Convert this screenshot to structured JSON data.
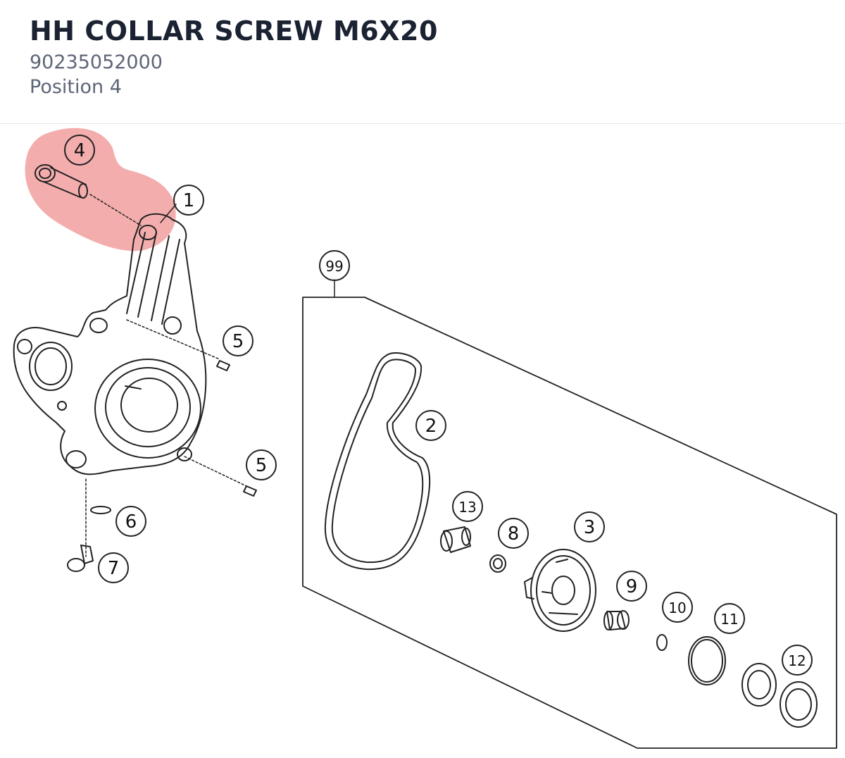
{
  "part": {
    "title": "HH COLLAR SCREW M6X20",
    "number": "90235052000",
    "position": "Position 4"
  },
  "highlight_color": "#f08a8a",
  "callouts": {
    "c1": "1",
    "c2": "2",
    "c3": "3",
    "c4": "4",
    "c5a": "5",
    "c5b": "5",
    "c6": "6",
    "c7": "7",
    "c8": "8",
    "c9": "9",
    "c10": "10",
    "c11": "11",
    "c12": "12",
    "c13": "13",
    "c99": "99"
  }
}
